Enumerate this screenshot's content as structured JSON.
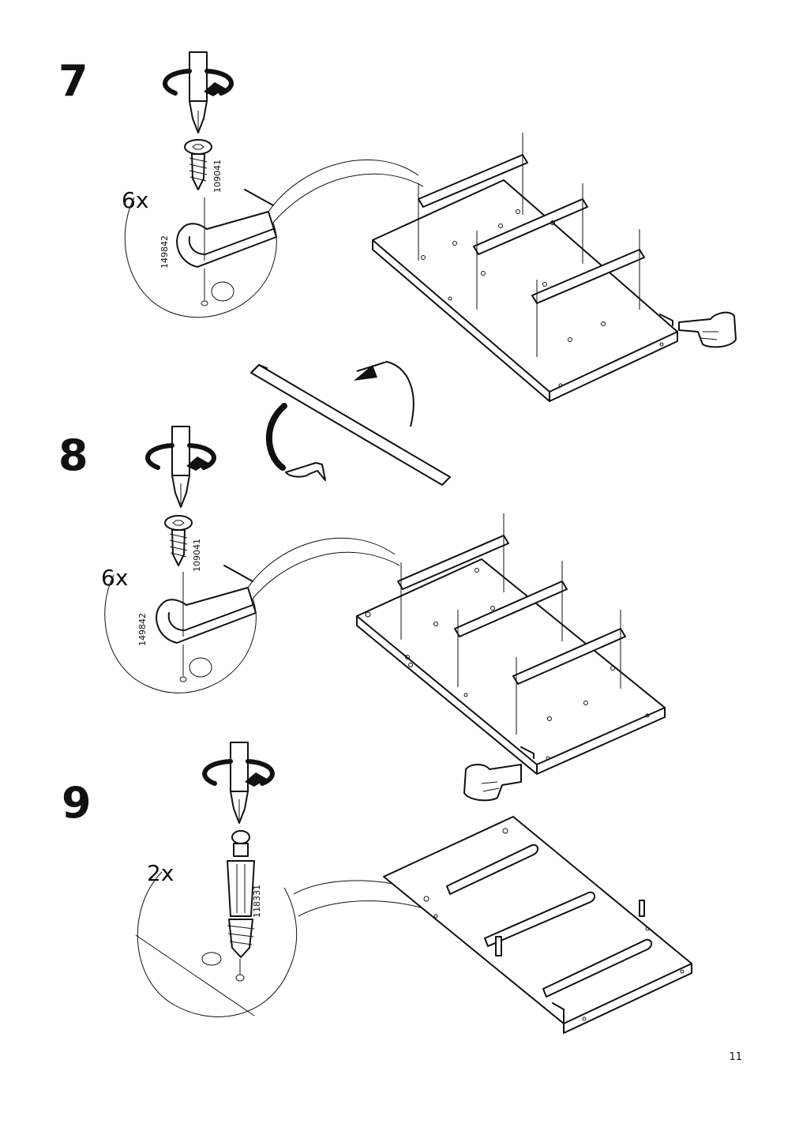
{
  "document": {
    "page_number": "11",
    "steps": [
      {
        "number": "7",
        "quantity": "6x",
        "part_numbers": [
          "109041",
          "149842"
        ]
      },
      {
        "number": "8",
        "quantity": "6x",
        "part_numbers": [
          "109041",
          "149842"
        ]
      },
      {
        "number": "9",
        "quantity": "2x",
        "part_numbers": [
          "118331"
        ]
      }
    ]
  }
}
